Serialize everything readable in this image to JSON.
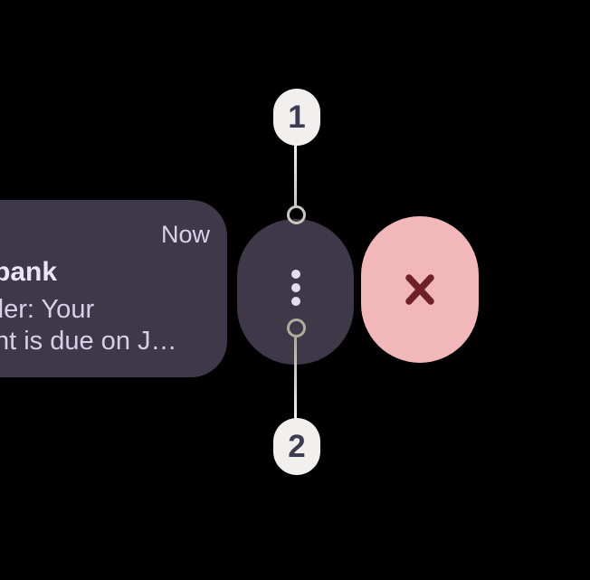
{
  "notification_card": {
    "timestamp": "Now",
    "title_visible": "bank",
    "body_line1_visible": "der: Your",
    "body_line2_visible": "nt is due on J…",
    "bg_color": "#3e3849",
    "title_color": "#ece4f7",
    "body_color": "#d8cfe8",
    "timestamp_color": "#dbd2ea"
  },
  "menu_pill": {
    "icon": "kebab-menu-icon",
    "bg_color": "#3e3849",
    "dot_color": "#e6dcf2"
  },
  "dismiss_pill": {
    "icon": "close-x-icon",
    "bg_color": "#f1b7b9",
    "x_color": "#6e2228"
  },
  "callouts": [
    {
      "label": "1",
      "position": "top"
    },
    {
      "label": "2",
      "position": "bottom"
    }
  ],
  "badge_style": {
    "bg_color": "#f2f0ee",
    "text_color": "#3c3d52"
  },
  "background_color": "#000000"
}
